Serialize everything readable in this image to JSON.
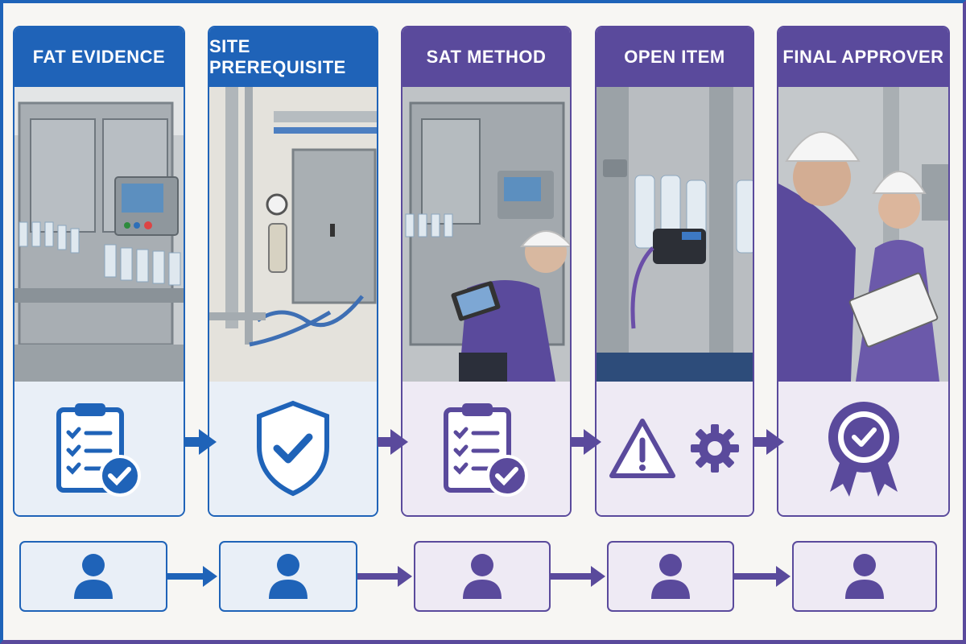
{
  "steps": [
    {
      "title": "FAT EVIDENCE",
      "icon": "clipboard-check-icon"
    },
    {
      "title": "SITE PREREQUISITE",
      "icon": "shield-check-icon"
    },
    {
      "title": "SAT METHOD",
      "icon": "clipboard-check-icon"
    },
    {
      "title": "OPEN ITEM",
      "icon": "warning-and-gear-icons"
    },
    {
      "title": "FINAL APPROVER",
      "icon": "award-badge-icon"
    }
  ],
  "people": [
    {
      "icon": "person-icon"
    },
    {
      "icon": "person-icon"
    },
    {
      "icon": "person-icon"
    },
    {
      "icon": "person-icon"
    },
    {
      "icon": "person-icon"
    }
  ],
  "colors": {
    "blue": "#1f63b8",
    "purple": "#5a4a9c",
    "blue_tint": "#e9eff7",
    "purple_tint": "#eeeaf4"
  }
}
